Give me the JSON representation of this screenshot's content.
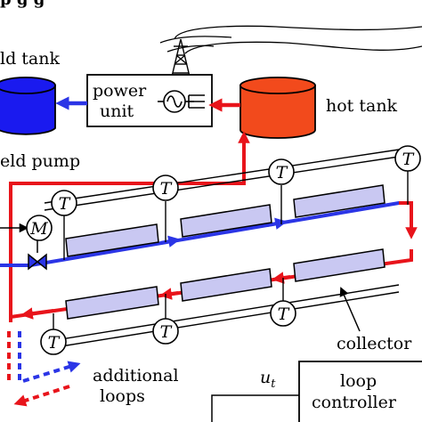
{
  "labels": {
    "top_caption": "p                                           g     g",
    "cold_tank": "ld tank",
    "power_unit_line1": "power",
    "power_unit_line2": "unit",
    "hot_tank": "hot tank",
    "field_pump": "eld pump",
    "temp_symbol": "T",
    "motor_symbol": "M",
    "collector": "collector",
    "additional_line1": "additional",
    "additional_line2": "loops",
    "ut_label": "u",
    "ut_subscript": "t",
    "controller_line1": "loop",
    "controller_line2": "controller"
  },
  "colors": {
    "hot_fluid": "#e8141b",
    "cold_fluid": "#2b35e6",
    "hot_tank_fill": "#f24a1c",
    "cold_tank_fill": "#1a1aef",
    "collector_fill": "#c9c8f2",
    "outline": "#000000"
  },
  "icons": {
    "generator": "sine-wave-generator-icon",
    "tower": "transmission-tower-icon"
  }
}
